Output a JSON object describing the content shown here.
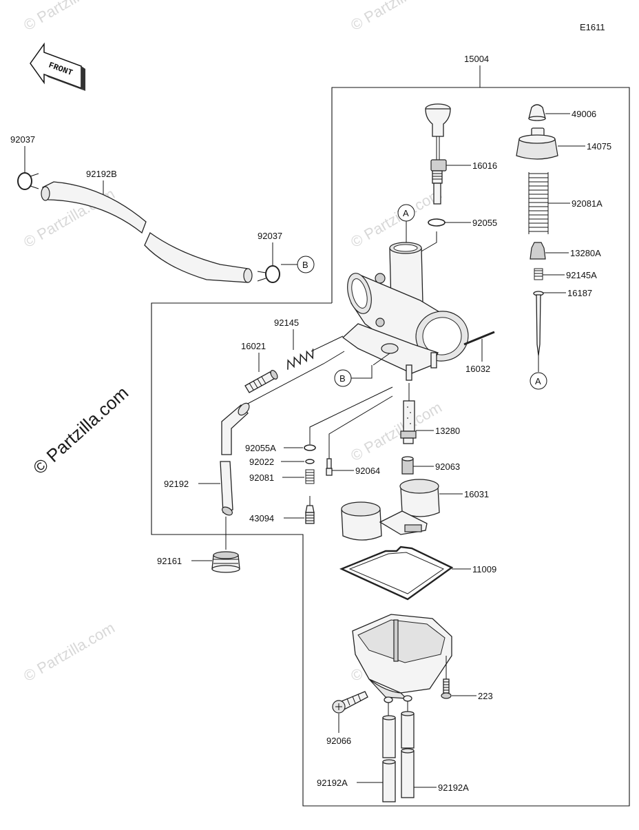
{
  "diagram": {
    "code": "E1611",
    "front_label": "FRONT",
    "watermark_main": "© Partzilla.com",
    "watermark_faint": "© Partzilla.com",
    "callouts": {
      "A": "A",
      "B": "B"
    },
    "parts": {
      "p15004": "15004",
      "p49006": "49006",
      "p14075": "14075",
      "p16016": "16016",
      "p92081A": "92081A",
      "p92055": "92055",
      "p13280A": "13280A",
      "p92145A": "92145A",
      "p16187": "16187",
      "p92037_top": "92037",
      "p92192B": "92192B",
      "p92037_mid": "92037",
      "p92145": "92145",
      "p16021": "16021",
      "p16032": "16032",
      "p13280": "13280",
      "p92055A": "92055A",
      "p92022": "92022",
      "p92081": "92081",
      "p92064": "92064",
      "p92063": "92063",
      "p92192": "92192",
      "p43094": "43094",
      "p16031": "16031",
      "p92161": "92161",
      "p11009": "11009",
      "p223": "223",
      "p92066": "92066",
      "p92192A_left": "92192A",
      "p92192A_right": "92192A"
    }
  }
}
